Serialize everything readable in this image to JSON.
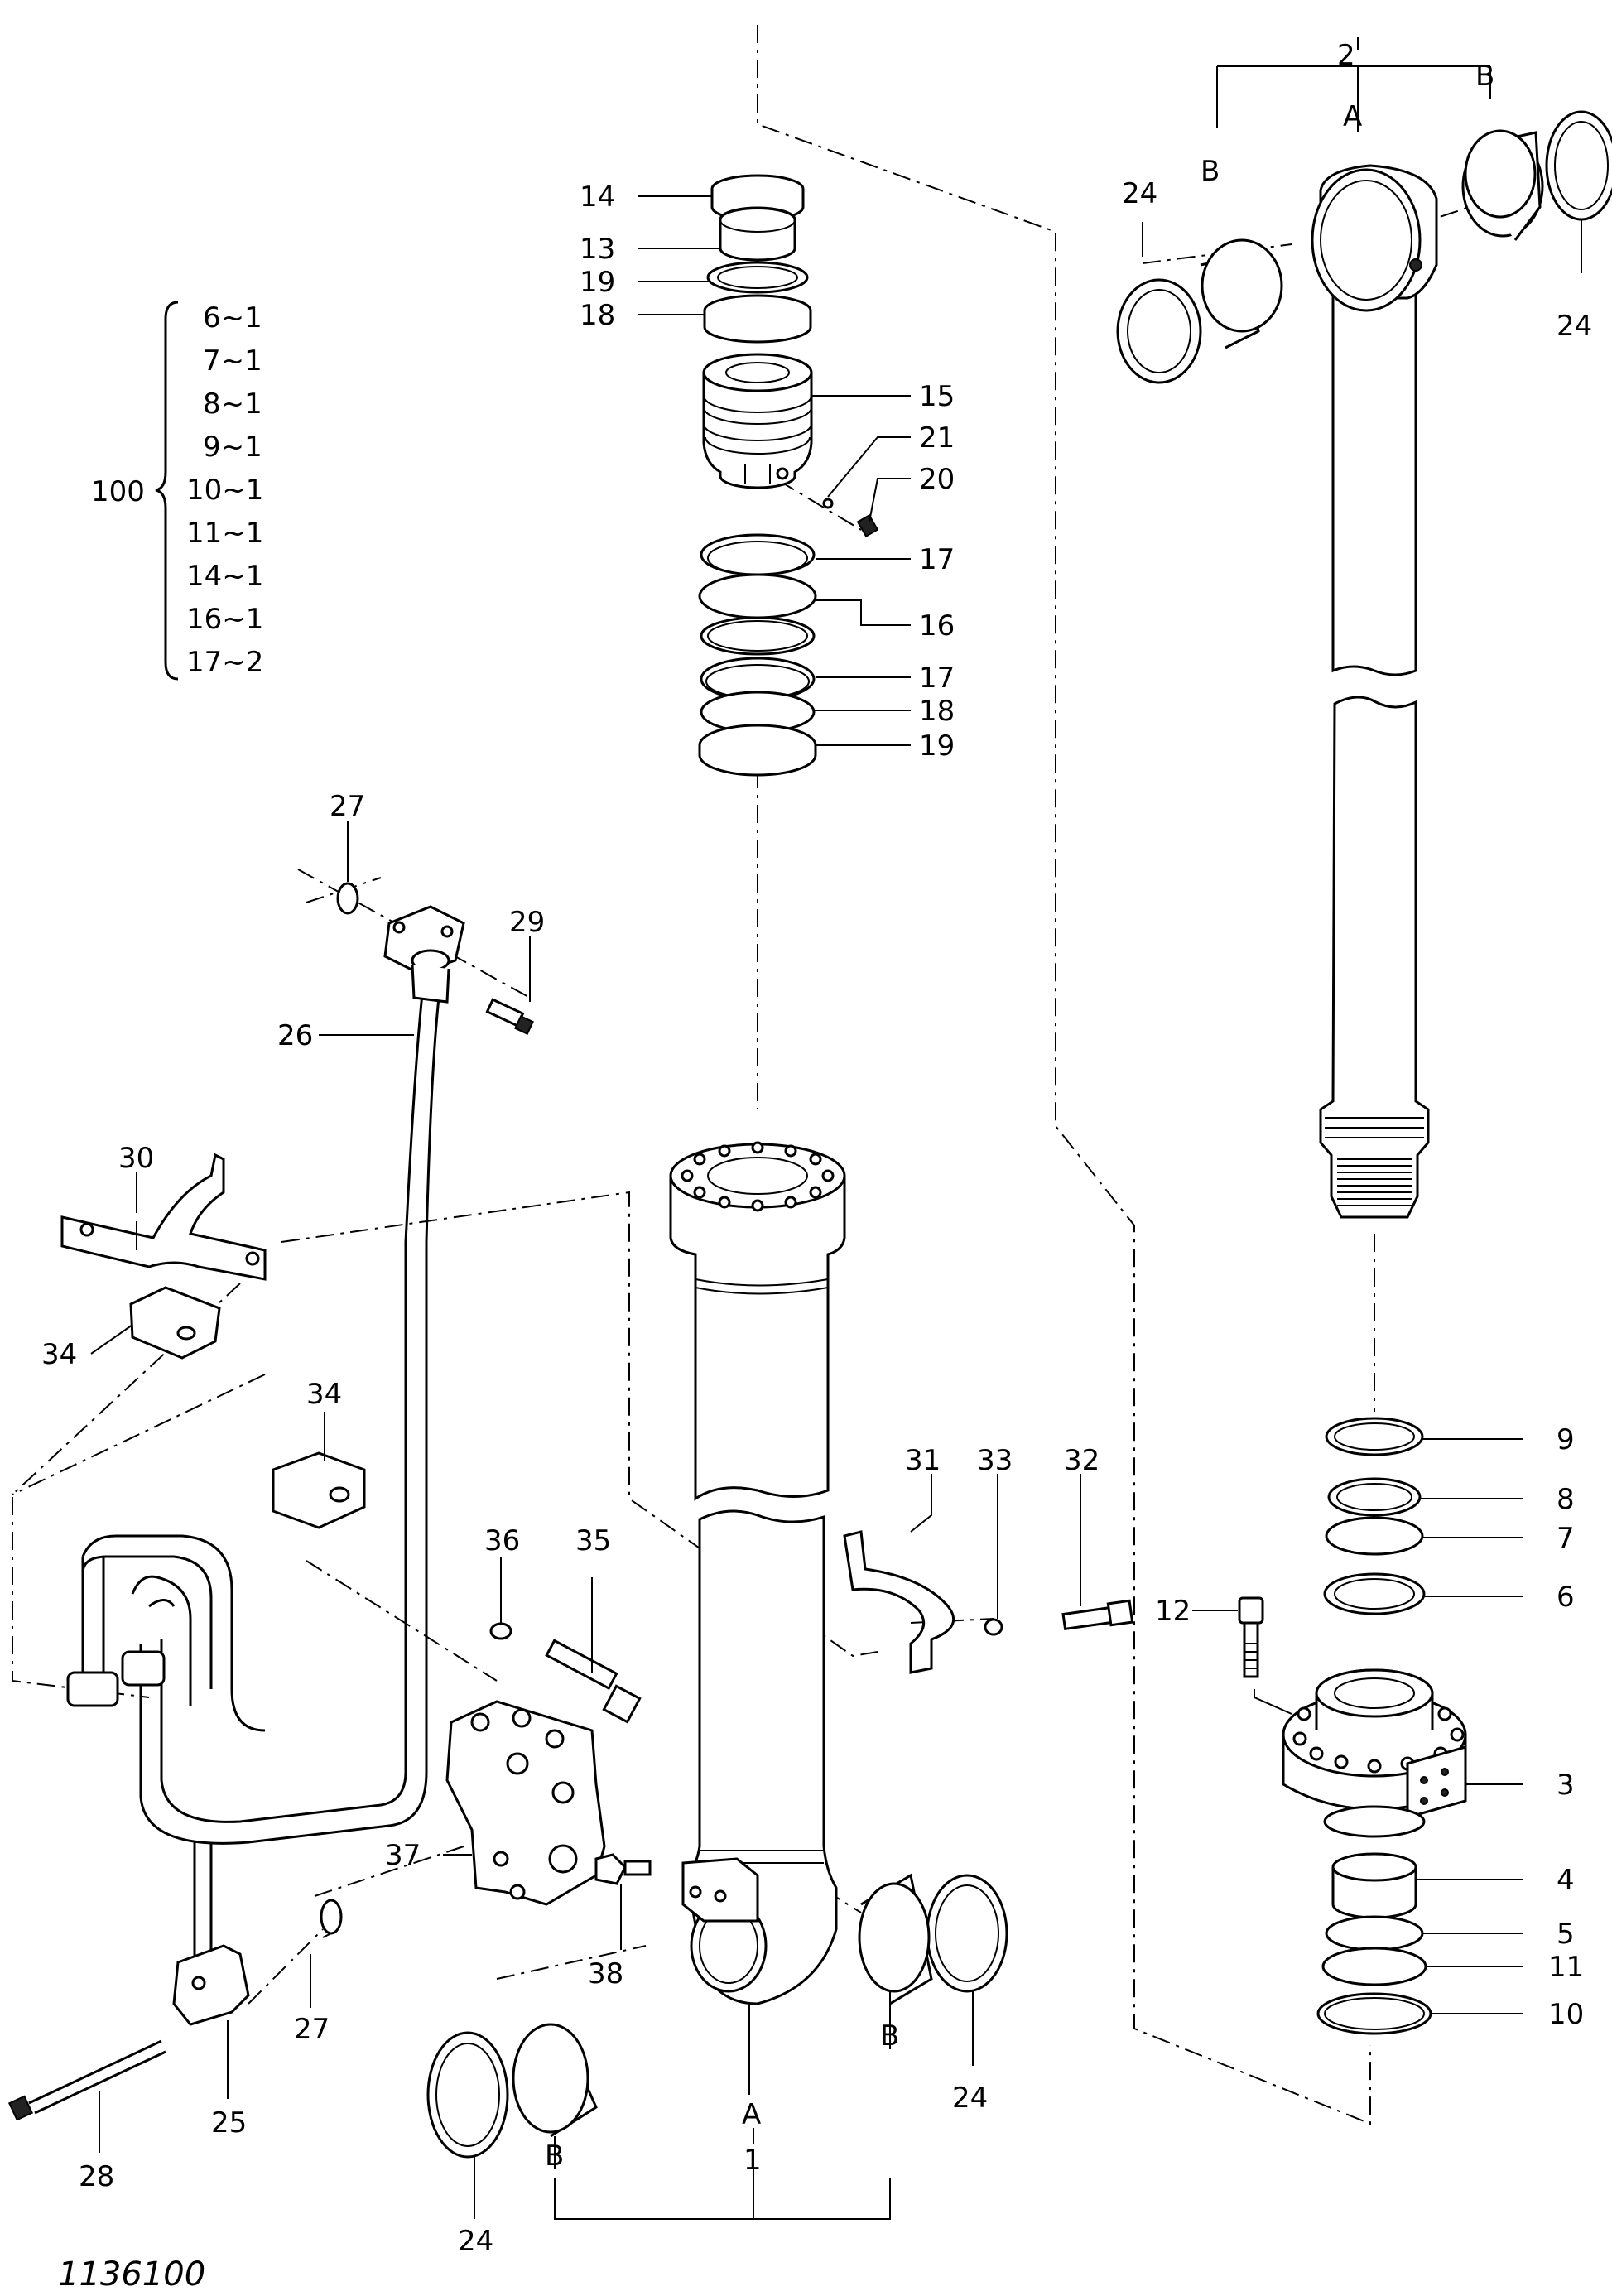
{
  "drawing_number": "1136100",
  "kit": {
    "label": "100",
    "contents": [
      "6~1",
      "7~1",
      "8~1",
      "9~1",
      "10~1",
      "11~1",
      "14~1",
      "16~1",
      "17~2"
    ]
  },
  "callouts": {
    "n1": "1",
    "n2": "2",
    "n3": "3",
    "n4": "4",
    "n5": "5",
    "n6": "6",
    "n7": "7",
    "n8": "8",
    "n9": "9",
    "n10": "10",
    "n11": "11",
    "n12": "12",
    "n13": "13",
    "n14": "14",
    "n15": "15",
    "n16": "16",
    "n17a": "17",
    "n17b": "17",
    "n18a": "18",
    "n18b": "18",
    "n19a": "19",
    "n19b": "19",
    "n20": "20",
    "n21": "21",
    "n24a": "24",
    "n24b": "24",
    "n24c": "24",
    "n24d": "24",
    "n25": "25",
    "n26": "26",
    "n27a": "27",
    "n27b": "27",
    "n28": "28",
    "n29": "29",
    "n30": "30",
    "n31": "31",
    "n32": "32",
    "n33": "33",
    "n34a": "34",
    "n34b": "34",
    "n35": "35",
    "n36": "36",
    "n37": "37",
    "n38": "38",
    "letterA_top": "A",
    "letterB_top_left": "B",
    "letterB_top_right": "B",
    "letterA_bot": "A",
    "letterB_bot_left": "B",
    "letterB_bot_right": "B"
  }
}
